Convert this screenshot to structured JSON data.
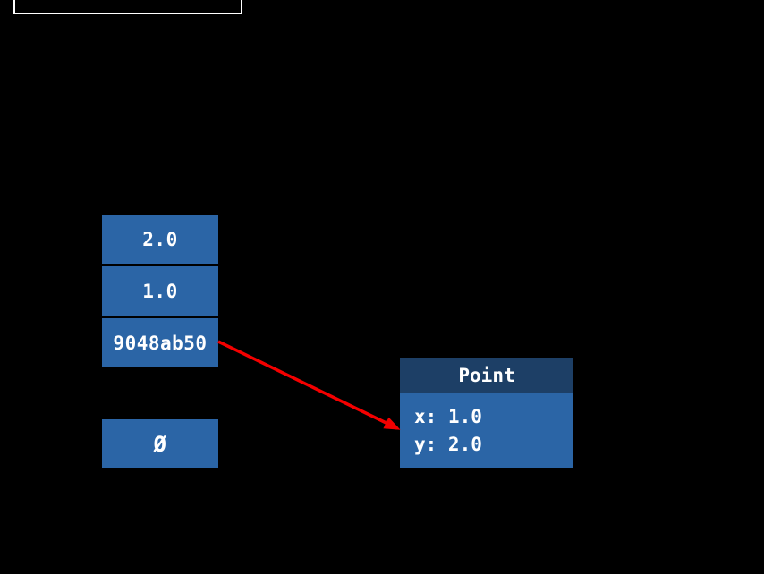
{
  "colors": {
    "background": "#000000",
    "cell-blue": "#2b65a6",
    "header-navy": "#1d3f66",
    "arrow-red": "#f40000",
    "outline-white": "#ffffff",
    "text-white": "#ffffff"
  },
  "stack": {
    "slots": [
      {
        "value": "2.0"
      },
      {
        "value": "1.0"
      },
      {
        "value": "9048ab50"
      }
    ]
  },
  "nil_slot": {
    "value": "Ø"
  },
  "heap_object": {
    "title": "Point",
    "fields": [
      {
        "text": "x: 1.0"
      },
      {
        "text": "y: 2.0"
      }
    ]
  }
}
